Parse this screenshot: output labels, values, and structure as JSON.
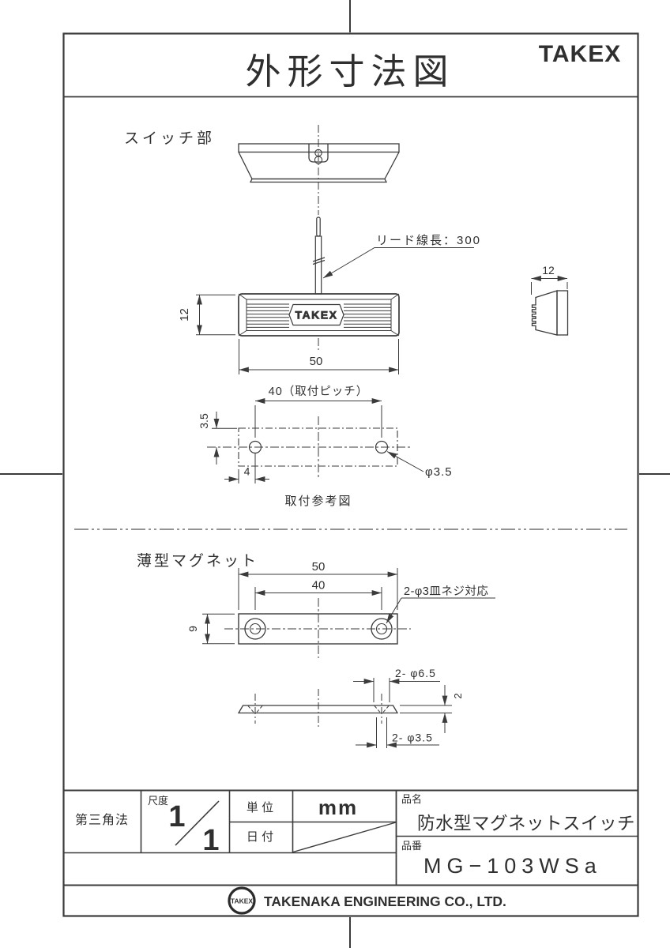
{
  "header": {
    "title": "外形寸法図",
    "brand": "TAKEX"
  },
  "switch_section": {
    "label": "スイッチ部",
    "lead_note": "リード線長：300",
    "front_logo": "TAKEX",
    "dims": {
      "height": "12",
      "width": "50",
      "depth": "12",
      "pitch": "40（取付ピッチ）",
      "edge_offset": "3.5",
      "hole_offset": "4",
      "hole_dia": "φ3.5"
    },
    "mount_caption": "取付参考図"
  },
  "magnet_section": {
    "label": "薄型マグネット",
    "screw_note": "2-φ3皿ネジ対応",
    "dims": {
      "width": "50",
      "pitch": "40",
      "height": "9",
      "csink_dia": "2- φ6.5",
      "thickness": "2",
      "hole_dia": "2- φ3.5"
    }
  },
  "title_block": {
    "projection": "第三角法",
    "scale_label": "尺度",
    "scale_numerator": "1",
    "scale_denominator": "1",
    "unit_label": "単 位",
    "unit_value": "mm",
    "date_label": "日 付",
    "name_label": "品名",
    "name_value": "防水型マグネットスイッチ",
    "part_label": "品番",
    "part_value": "MG−103WSa"
  },
  "footer": {
    "logo": "TAKEX",
    "company": "TAKENAKA ENGINEERING CO., LTD."
  },
  "colors": {
    "line": "#3b3b3b",
    "text": "#2f2f2f",
    "background": "#ffffff"
  }
}
